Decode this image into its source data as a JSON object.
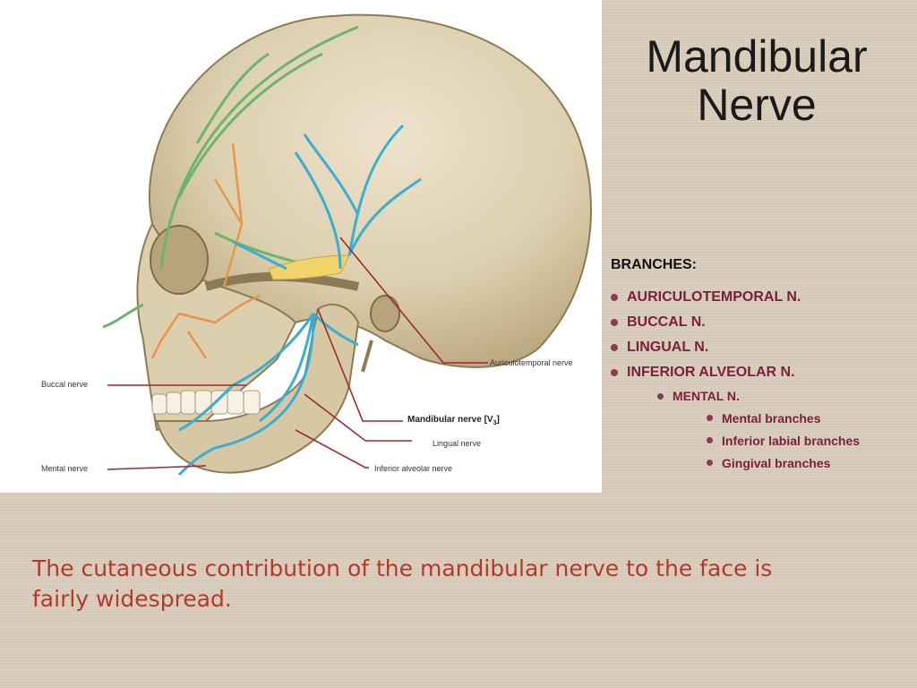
{
  "slide": {
    "title_line1": "Mandibular",
    "title_line2": "Nerve",
    "branches_heading": "BRANCHES:",
    "branches": [
      {
        "label": "AURICULOTEMPORAL N.",
        "level": 1
      },
      {
        "label": "BUCCAL N.",
        "level": 1
      },
      {
        "label": "LINGUAL N.",
        "level": 1
      },
      {
        "label": "INFERIOR ALVEOLAR N.",
        "level": 1
      },
      {
        "label": "MENTAL N.",
        "level": 2
      },
      {
        "label": "Mental branches",
        "level": 3
      },
      {
        "label": "Inferior labial branches",
        "level": 3
      },
      {
        "label": "Gingival branches",
        "level": 3
      }
    ],
    "caption": "The cutaneous contribution of the mandibular nerve to the face is fairly widespread.",
    "colors": {
      "background": "#d9cdbb",
      "branch_text": "#7a1f3c",
      "bullet": "#8c3a5a",
      "caption": "#b33a2a",
      "nerve_blue": "#3aaed0",
      "nerve_green": "#6bb56b",
      "nerve_orange": "#e8954a",
      "pointer_line": "#9b2a2a"
    }
  },
  "figure": {
    "labels": {
      "auriculotemporal": "Auriculotemporal nerve",
      "buccal": "Buccal nerve",
      "mandibular": "Mandibular nerve [V",
      "mandibular_sub": "3",
      "mandibular_close": "]",
      "lingual": "Lingual nerve",
      "mental": "Mental nerve",
      "inferior_alveolar": "Inferior alveolar nerve"
    }
  }
}
